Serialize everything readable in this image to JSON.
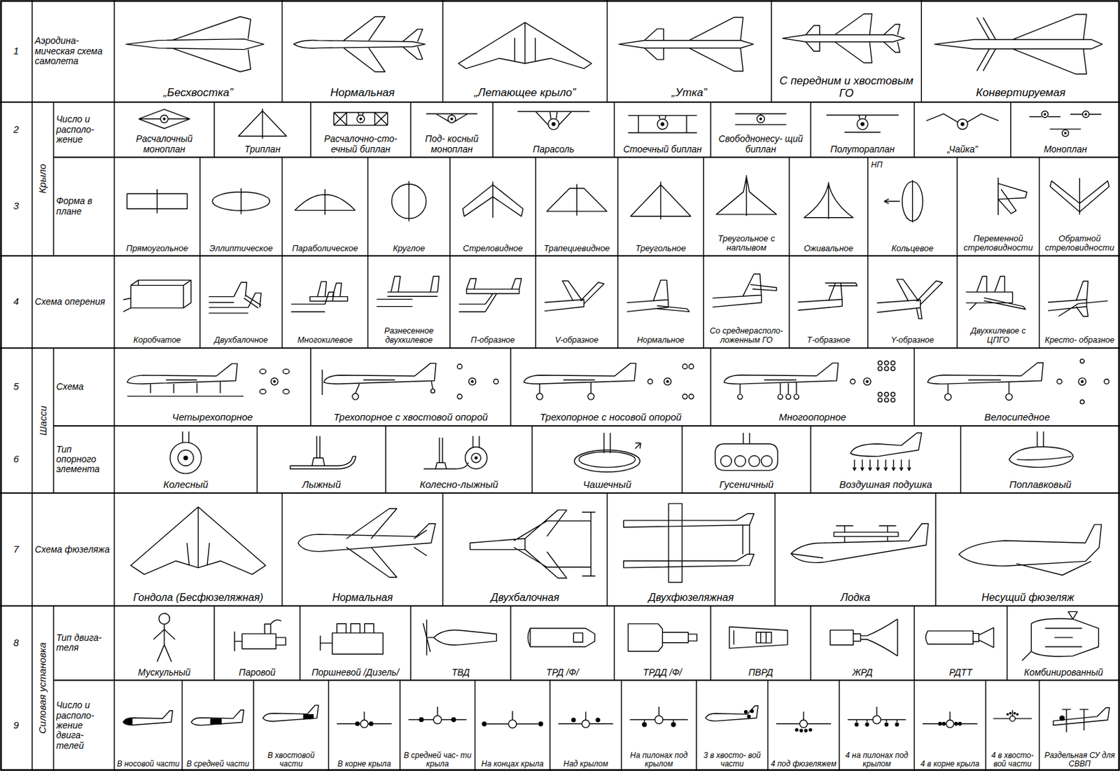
{
  "diagram": {
    "labels": [
      "1",
      "Аэродина- мическая схема самолета",
      "„Бесхвостка”",
      "Нормальная",
      "„Летающее крыло”",
      "„Утка”",
      "С передним и хвостовым ГО",
      "Конвертируемая",
      "2",
      "Крыло",
      "Число и располо- жение",
      "Расчалочный моноплан",
      "Триплан",
      "Расчалочно-сто- ечный биплан",
      "Под- косный моноплан",
      "Парасоль",
      "Стоечный биплан",
      "Свободнонесу- щий биплан",
      "Полутораплан",
      "„Чайка”",
      "Моноплан",
      "3",
      "Форма в плане",
      "Прямоугольное",
      "Эллиптическое",
      "Параболическое",
      "Круглое",
      "Стреловидное",
      "Трапециевидное",
      "Треугольное",
      "Треугольное с наплывом",
      "Оживальное",
      "НП",
      "Кольцевое",
      "Переменной стреловидности",
      "Обратной стреловидности",
      "4",
      "Схема оперения",
      "Коробчатое",
      "Двухбалочное",
      "Многокилевое",
      "Разнесенное двухкилевое",
      "П-образное",
      "V-образное",
      "Нормальное",
      "Со среднерасполо- ложенным ГО",
      "Т-образное",
      "Y-образное",
      "Двухкилевое с ЦПГО",
      "Кресто- образное",
      "5",
      "Шасси",
      "Схема",
      "Четырехопорное",
      "Трехопорное с хвостовой опорой",
      "Трехопорное с носовой опорой",
      "Многоопорное",
      "Велосипедное",
      "6",
      "Тип опорного элемента",
      "Колесный",
      "Лыжный",
      "Колесно-лыжный",
      "Чашечный",
      "Гусеничный",
      "Воздушная подушка",
      "Поплавковый",
      "7",
      "Схема фюзеляжа",
      "Гондола (Бесфюзеляжная)",
      "Нормальная",
      "Двухбалочная",
      "Двухфюзеляжная",
      "Лодка",
      "Несущий фюзеляж",
      "8",
      "Силовая установка",
      "Тип двига- теля",
      "Мускульный",
      "Паровой",
      "Поршневой /Дизель/",
      "ТВД",
      "ТРД /Ф/",
      "ТРДД /Ф/",
      "ПВРД",
      "ЖРД",
      "РДТТ",
      "Комбинированный",
      "9",
      "Число и располо- жение двига- телей",
      "В носовой части",
      "В средней части",
      "В хвостовой части",
      "В корне крыла",
      "В средней час- ти крыла",
      "На концах крыла",
      "Над крылом",
      "На пилонах под крылом",
      "3 в хвосто- вой части",
      "4 под фюзеляжем",
      "4 на пилонах под крылом",
      "4 в корне крыла",
      "4 в хвосто- вой части",
      "Раздельная СУ для СВВП"
    ]
  }
}
